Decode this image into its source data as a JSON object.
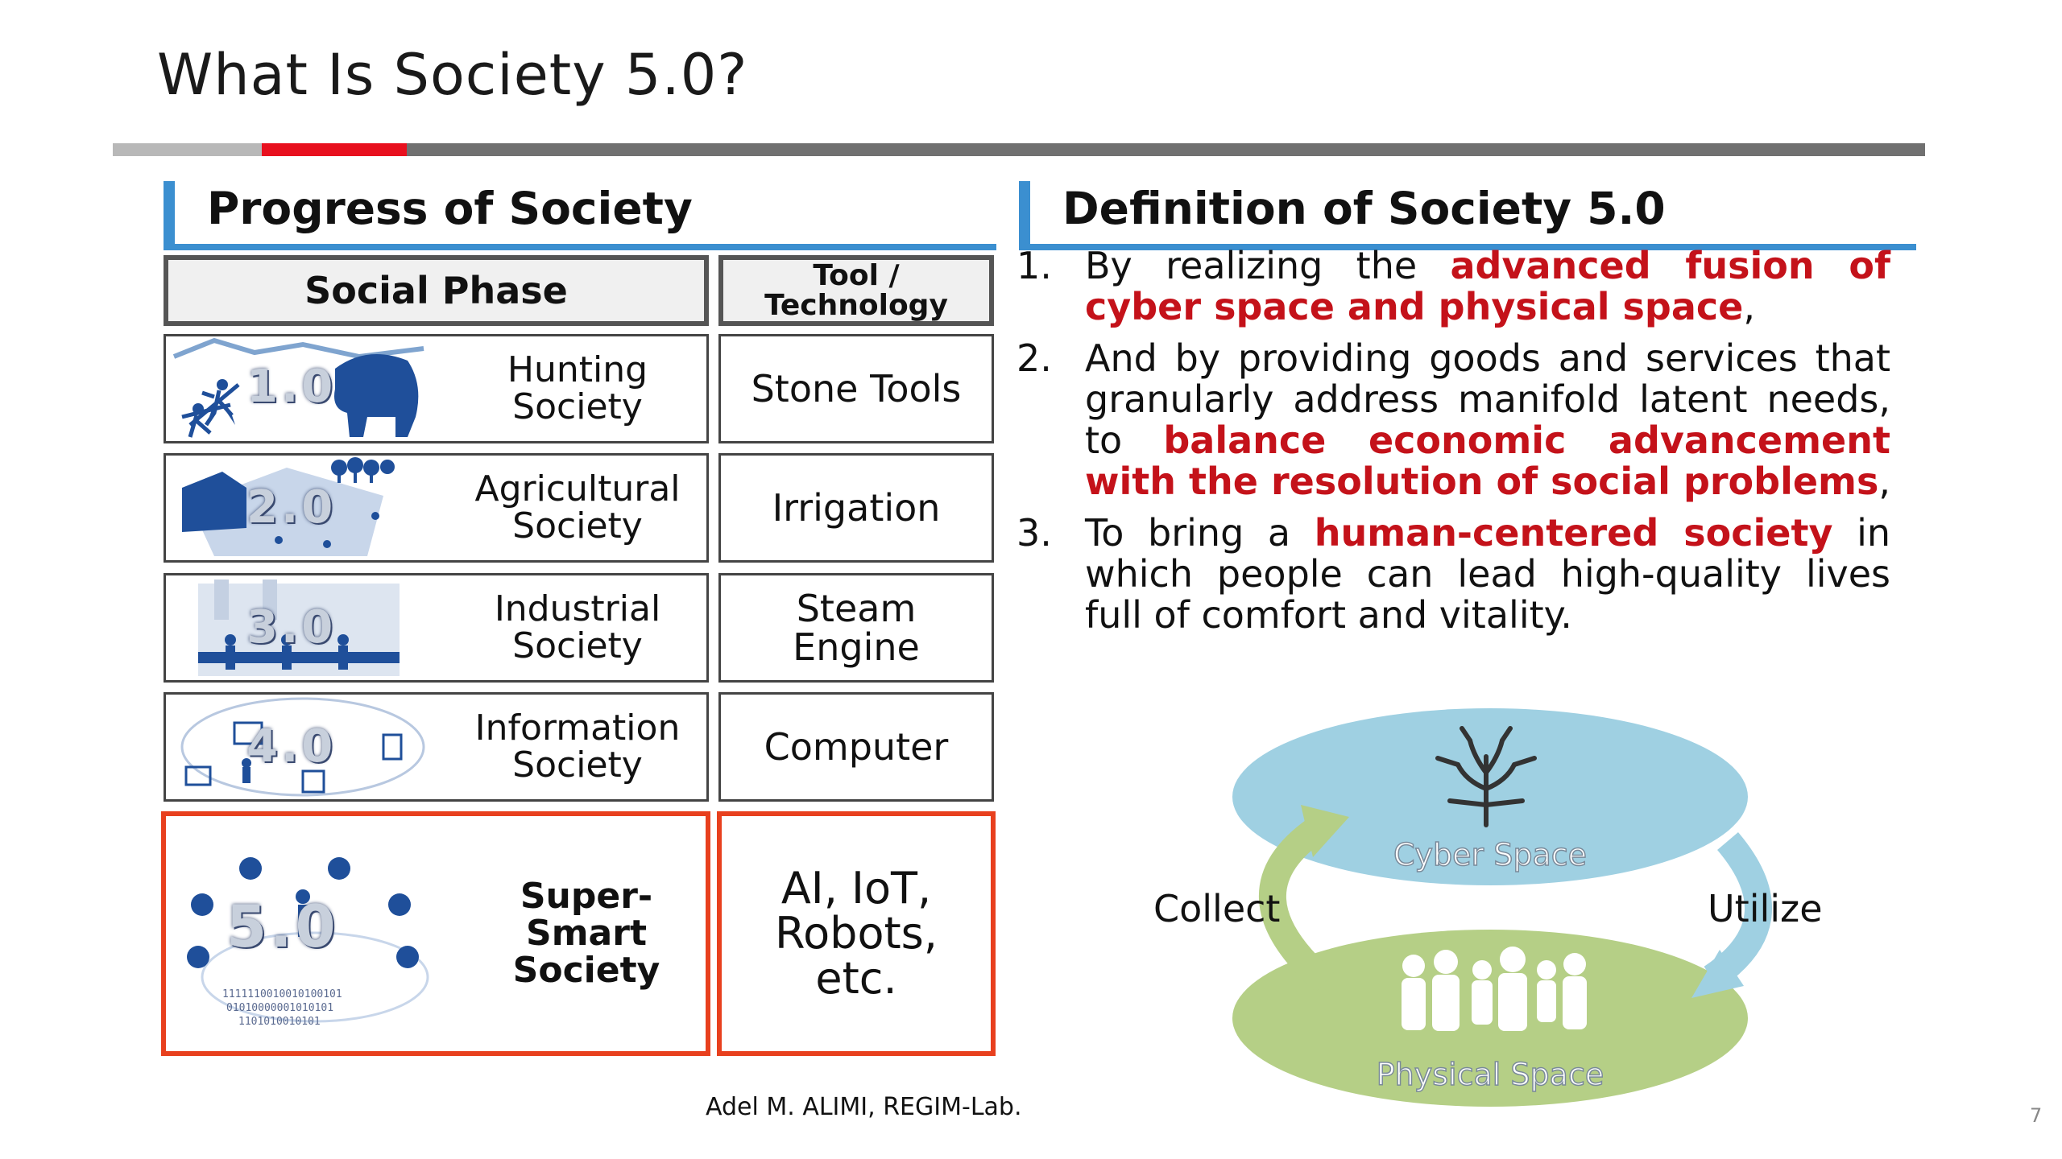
{
  "title": "What Is Society 5.0?",
  "left_section": {
    "heading": "Progress of Society",
    "header_phase": "Social Phase",
    "header_tool": "Tool /\nTechnology",
    "rows": [
      {
        "badge": "1.0",
        "phase": "Hunting\nSociety",
        "tool": "Stone Tools"
      },
      {
        "badge": "2.0",
        "phase": "Agricultural\nSociety",
        "tool": "Irrigation"
      },
      {
        "badge": "3.0",
        "phase": "Industrial\nSociety",
        "tool": "Steam\nEngine"
      },
      {
        "badge": "4.0",
        "phase": "Information\nSociety",
        "tool": "Computer"
      },
      {
        "badge": "5.0",
        "phase": "Super-Smart\nSociety",
        "tool": "AI, IoT,\nRobots,\netc."
      }
    ]
  },
  "right_section": {
    "heading": "Definition of Society 5.0",
    "items": [
      {
        "num": "1.",
        "parts": [
          {
            "t": "By realizing the ",
            "hl": false
          },
          {
            "t": "advanced fusion of cyber space and physical space",
            "hl": true
          },
          {
            "t": ",",
            "hl": false
          }
        ]
      },
      {
        "num": "2.",
        "parts": [
          {
            "t": "And by providing goods and services that granularly address manifold latent needs, to ",
            "hl": false
          },
          {
            "t": "balance economic advancement with the resolution of social problems",
            "hl": true
          },
          {
            "t": ",",
            "hl": false
          }
        ]
      },
      {
        "num": "3.",
        "parts": [
          {
            "t": "To bring a ",
            "hl": false
          },
          {
            "t": "human-centered society",
            "hl": true
          },
          {
            "t": " in which people can lead high-quality lives full of comfort and vitality.",
            "hl": false
          }
        ]
      }
    ]
  },
  "diagram": {
    "cyber_label": "Cyber Space",
    "physical_label": "Physical Space",
    "collect_label": "Collect",
    "utilize_label": "Utilize",
    "colors": {
      "cyber": "#9fd0e2",
      "physical": "#b5cf86"
    }
  },
  "footer": "Adel M. ALIMI, REGIM-Lab.",
  "page_number": "7"
}
